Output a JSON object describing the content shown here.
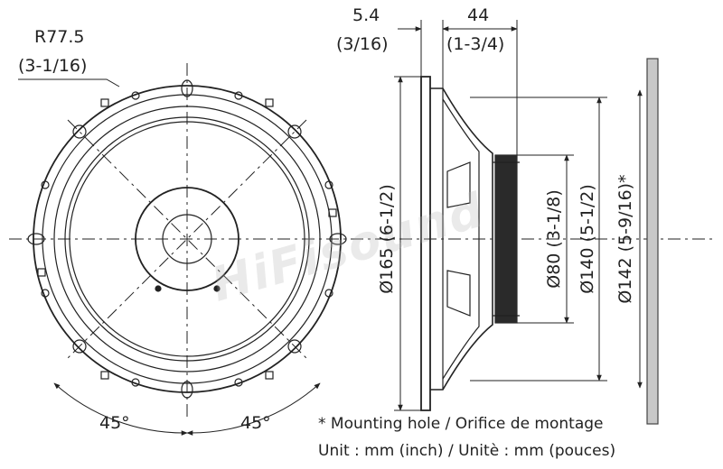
{
  "front_view": {
    "radius_label": "R77.5",
    "radius_label_inch": "(3-1/16)",
    "angle_left": "45°",
    "angle_right": "45°"
  },
  "side_view": {
    "depth_flange": "5.4",
    "depth_flange_inch": "(3/16)",
    "depth_total": "44",
    "depth_total_inch": "(1-3/4)",
    "dia_outer": "Ø165 (6-1/2)",
    "dia_magnet": "Ø80 (3-1/8)",
    "dia_basket": "Ø140 (5-1/2)",
    "dia_cutout": "Ø142 (5-9/16)*"
  },
  "notes": {
    "mounting": "* Mounting hole / Orifice de montage",
    "units": "Unit : mm (inch) / Unitè : mm (pouces)"
  },
  "watermark": "HiFisound",
  "colors": {
    "line": "#222222",
    "magnet": "#2a2a2a",
    "panel": "#c8c8c8"
  }
}
